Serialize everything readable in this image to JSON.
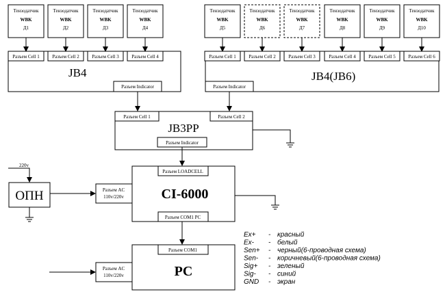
{
  "sensor_box": {
    "top": "Тензодатчик",
    "model": "WBK"
  },
  "sensors_left": [
    "Д1",
    "Д2",
    "Д3",
    "Д4"
  ],
  "sensors_right": [
    "Д5",
    "Д6",
    "Д7",
    "Д8",
    "Д9",
    "Д10"
  ],
  "jb4_left": {
    "title": "JB4",
    "cells": [
      "Разъем Cell 1",
      "Разъем Cell 2",
      "Разъем Cell 3",
      "Разъем Cell 4"
    ],
    "indicator": "Разъем Indicator"
  },
  "jb4_right": {
    "title": "JB4(JB6)",
    "cells": [
      "Разъем Cell 1",
      "Разъем Cell 2",
      "Разъем Cell 3",
      "Разъем Cell 4",
      "Разъем Cell 5",
      "Разъем Cell 6"
    ],
    "indicator": "Разъем Indicator"
  },
  "jb3pp": {
    "title": "JB3PP",
    "cell1": "Разъем Cell 1",
    "cell2": "Разъем Cell 2",
    "indicator": "Разъем Indicator"
  },
  "voltage_label": "220v",
  "opn_label": "ОПН",
  "ci6000": {
    "title": "CI-6000",
    "loadcell": "Разъем LOADCELL",
    "ac_line1": "Разъем AC",
    "ac_line2": "110v/220v",
    "com1": "Разъем COM1 PC"
  },
  "pc": {
    "title": "PC",
    "com1": "Разъем COM1",
    "ac_line1": "Разъем AC",
    "ac_line2": "110v/220v"
  },
  "legend": [
    {
      "code": "Ex+",
      "dash": "-",
      "desc": "красный"
    },
    {
      "code": "Ex-",
      "dash": "-",
      "desc": "белый"
    },
    {
      "code": "Sen+",
      "dash": "-",
      "desc": "черный(6-проводная схема)"
    },
    {
      "code": "Sen-",
      "dash": "-",
      "desc": "коричневый(6-проводная схема)"
    },
    {
      "code": "Sig+",
      "dash": "-",
      "desc": "зеленый"
    },
    {
      "code": "Sig-",
      "dash": "-",
      "desc": "синий"
    },
    {
      "code": "GND",
      "dash": "-",
      "desc": "экран"
    }
  ]
}
